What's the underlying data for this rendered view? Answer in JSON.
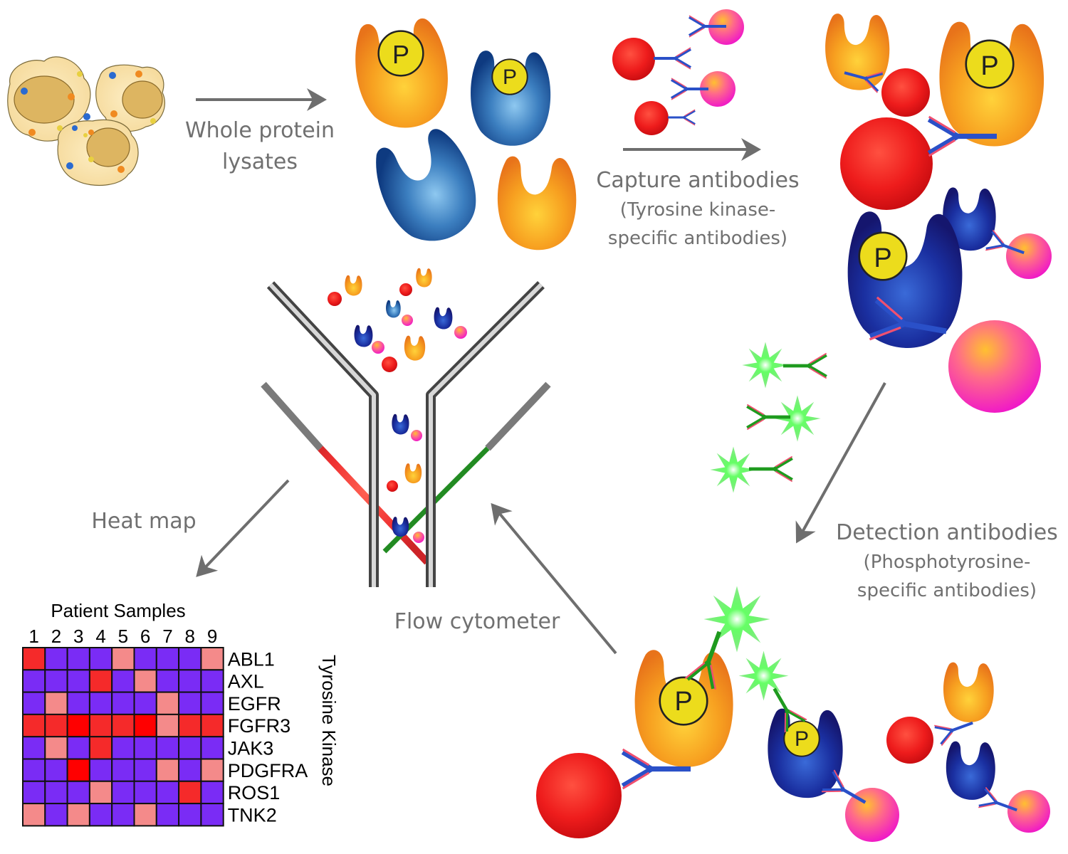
{
  "colors": {
    "label_gray": "#707070",
    "arrow_gray": "#6e6e6e",
    "heat_low": "#7a2cf5",
    "heat_mid": "#f48a8a",
    "heat_high": "#f52a2a",
    "heat_max": "#ff0000",
    "laser_red": "#ff1a1a",
    "laser_green": "#228b22",
    "fluor_green": "#44ff44",
    "phospho_yellow": "#ecdc1c"
  },
  "labels": {
    "lysate_line1": "Whole protein",
    "lysate_line2": "lysates",
    "capture_title": "Capture antibodies",
    "capture_sub1": "(Tyrosine kinase-",
    "capture_sub2": "specific antibodies)",
    "detection_title": "Detection antibodies",
    "detection_sub1": "(Phosphotyrosine-",
    "detection_sub2": "specific antibodies)",
    "heatmap_step": "Heat map",
    "flow_step": "Flow cytometer",
    "phospho_mark": "P"
  },
  "heatmap": {
    "title": "Patient Samples",
    "axis_label": "Tyrosine Kinase",
    "samples": [
      "1",
      "2",
      "3",
      "4",
      "5",
      "6",
      "7",
      "8",
      "9"
    ],
    "kinases": [
      "ABL1",
      "AXL",
      "EGFR",
      "FGFR3",
      "JAK3",
      "PDGFRA",
      "ROS1",
      "TNK2"
    ],
    "levels_note_scale": [
      "low",
      "mid",
      "high",
      "max"
    ],
    "levels": [
      [
        2,
        0,
        0,
        0,
        1,
        0,
        0,
        0,
        1
      ],
      [
        0,
        0,
        0,
        2,
        0,
        1,
        0,
        0,
        0
      ],
      [
        0,
        1,
        0,
        0,
        0,
        0,
        1,
        0,
        0
      ],
      [
        2,
        2,
        3,
        2,
        2,
        3,
        1,
        2,
        2
      ],
      [
        0,
        1,
        0,
        2,
        0,
        0,
        0,
        0,
        0
      ],
      [
        0,
        0,
        3,
        0,
        0,
        0,
        1,
        0,
        1
      ],
      [
        0,
        0,
        0,
        1,
        0,
        0,
        0,
        2,
        0
      ],
      [
        1,
        0,
        1,
        0,
        0,
        1,
        0,
        0,
        0
      ]
    ]
  }
}
